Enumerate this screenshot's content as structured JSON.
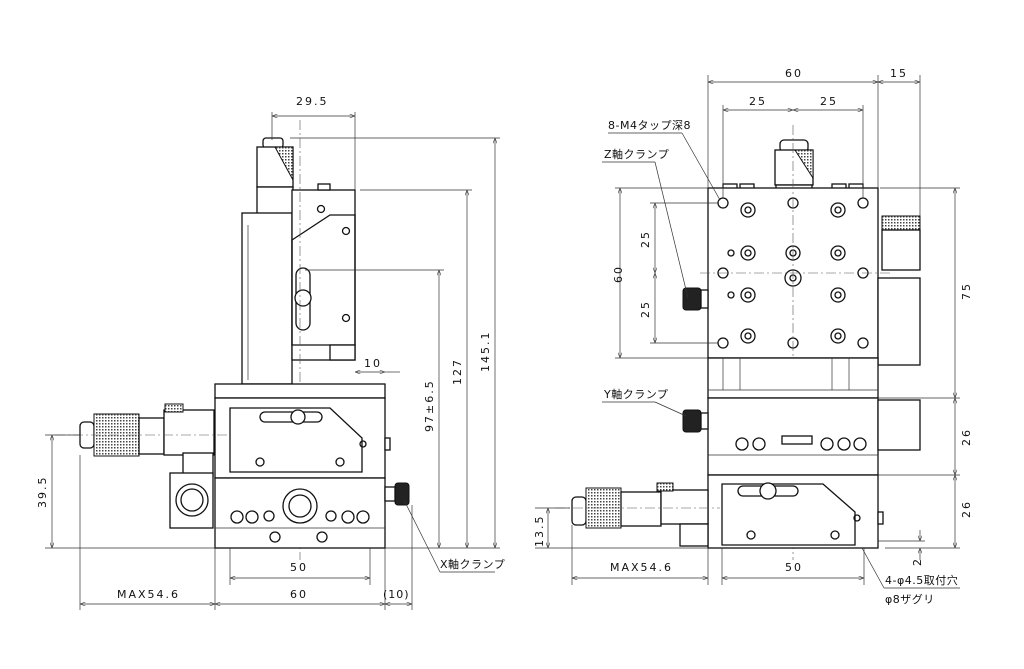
{
  "left_view": {
    "dim_29_5": "29.5",
    "dim_145_1": "145.1",
    "dim_127": "127",
    "dim_97": "97±6.5",
    "dim_10": "10",
    "dim_39_5": "39.5",
    "dim_50": "50",
    "dim_60": "60",
    "dim_max": "MAX54.6",
    "dim_10p": "(10)",
    "x_clamp": "X軸クランプ"
  },
  "right_view": {
    "dim_60_top": "60",
    "dim_15": "15",
    "dim_25_a": "25",
    "dim_25_b": "25",
    "tap_note": "8-M4タップ深8",
    "z_clamp": "Z軸クランプ",
    "dim_25_v1": "25",
    "dim_60_v": "60",
    "dim_25_v2": "25",
    "dim_75": "75",
    "y_clamp": "Y軸クランプ",
    "dim_26_a": "26",
    "dim_26_b": "26",
    "dim_13_5": "13.5",
    "dim_2": "2",
    "dim_max": "MAX54.6",
    "dim_50": "50",
    "hole_note": "4-φ4.5取付穴",
    "counterbore_note": "φ8ザグリ"
  }
}
